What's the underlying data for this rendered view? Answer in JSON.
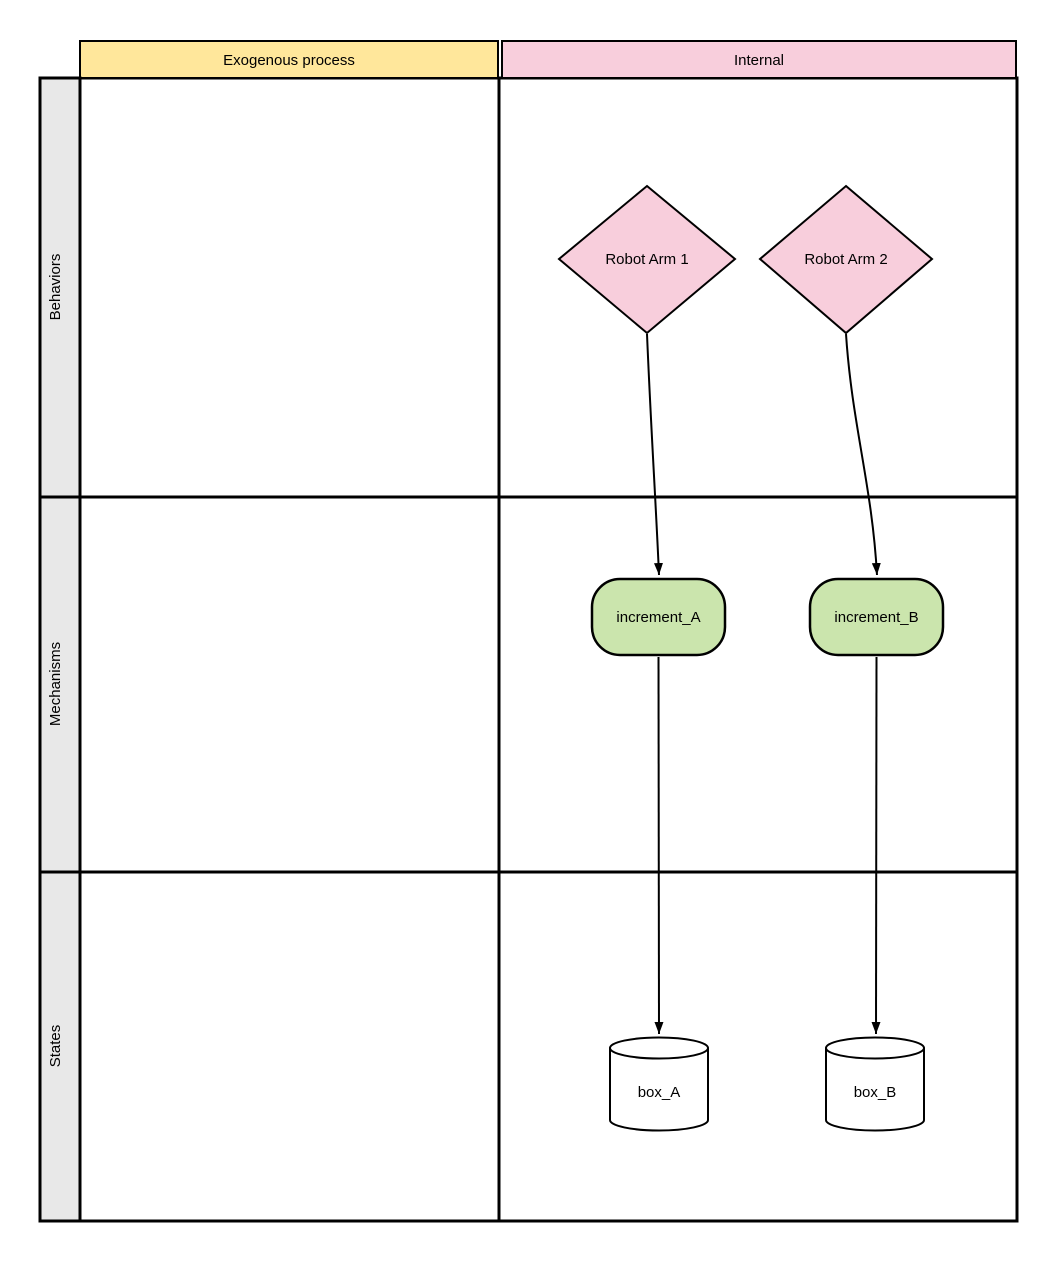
{
  "matrix": {
    "column_headers": [
      {
        "id": "exogenous",
        "label": "Exogenous process",
        "fill": "#ffe79b"
      },
      {
        "id": "internal",
        "label": "Internal",
        "fill": "#f8cedc"
      }
    ],
    "row_headers": [
      {
        "id": "behaviors",
        "label": "Behaviors",
        "fill": "#e8e8e8"
      },
      {
        "id": "mechanisms",
        "label": "Mechanisms",
        "fill": "#e8e8e8"
      },
      {
        "id": "states",
        "label": "States",
        "fill": "#e8e8e8"
      }
    ]
  },
  "nodes": {
    "robot_arm_1": {
      "label": "Robot Arm 1",
      "shape": "diamond",
      "row": "Behaviors",
      "column": "Internal",
      "fill": "#f8cedc"
    },
    "robot_arm_2": {
      "label": "Robot Arm 2",
      "shape": "diamond",
      "row": "Behaviors",
      "column": "Internal",
      "fill": "#f8cedc"
    },
    "increment_a": {
      "label": "increment_A",
      "shape": "rounded-rectangle",
      "row": "Mechanisms",
      "column": "Internal",
      "fill": "#cbe5ad"
    },
    "increment_b": {
      "label": "increment_B",
      "shape": "rounded-rectangle",
      "row": "Mechanisms",
      "column": "Internal",
      "fill": "#cbe5ad"
    },
    "box_a": {
      "label": "box_A",
      "shape": "cylinder",
      "row": "States",
      "column": "Internal",
      "fill": "#ffffff"
    },
    "box_b": {
      "label": "box_B",
      "shape": "cylinder",
      "row": "States",
      "column": "Internal",
      "fill": "#ffffff"
    }
  },
  "edges": [
    {
      "from": "robot_arm_1",
      "to": "increment_a",
      "style": "curved",
      "arrowhead": "filled-triangle"
    },
    {
      "from": "robot_arm_2",
      "to": "increment_b",
      "style": "curved",
      "arrowhead": "filled-triangle"
    },
    {
      "from": "increment_a",
      "to": "box_a",
      "style": "straight",
      "arrowhead": "filled-triangle"
    },
    {
      "from": "increment_b",
      "to": "box_b",
      "style": "straight",
      "arrowhead": "filled-triangle"
    }
  ],
  "colors": {
    "stroke": "#000000",
    "background": "#ffffff",
    "header_yellow": "#ffe79b",
    "header_pink": "#f8cedc",
    "node_pink": "#f8cedc",
    "node_green": "#cbe5ad",
    "lane_gray": "#e8e8e8",
    "cell_white": "#ffffff"
  }
}
